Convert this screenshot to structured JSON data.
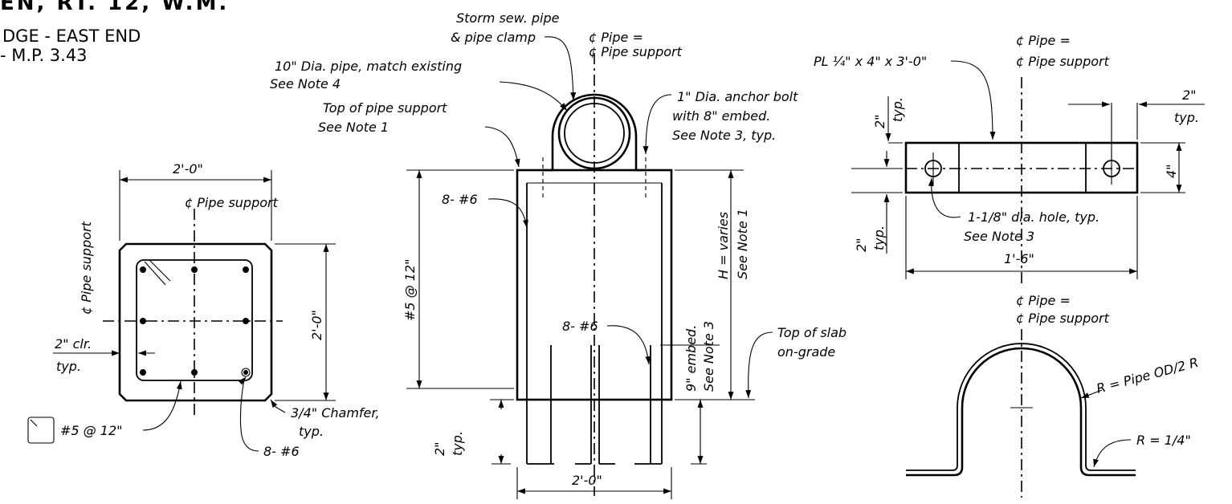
{
  "header": {
    "line1": "EN, RT. 12, W.M.",
    "line2": "DGE - EAST END",
    "line3": "- M.P. 3.43"
  },
  "plan_view": {
    "width_dim": "2'-0\"",
    "height_dim": "2'-0\"",
    "cl_horizontal": "¢ Pipe support",
    "cl_vertical": "¢ Pipe support",
    "clear_cover": "2\" clr.",
    "clear_cover_typ": "typ.",
    "chamfer": "3/4\" Chamfer,",
    "chamfer_typ": "typ.",
    "bars": "8- #6",
    "stirrup_label": "#5 @ 12\""
  },
  "elevation_view": {
    "storm_pipe_1": "Storm sew. pipe",
    "storm_pipe_2": "& pipe clamp",
    "cl_1": "¢ Pipe =",
    "cl_2": "¢ Pipe support",
    "pipe_dia_1": "10\" Dia. pipe, match existing",
    "pipe_dia_2": "See Note 4",
    "top_support_1": "Top of pipe support",
    "top_support_2": "See Note 1",
    "anchor_1": "1\" Dia. anchor bolt",
    "anchor_2": "with 8\" embed.",
    "anchor_3": "See Note 3, typ.",
    "bars_top": "8- #6",
    "bars_mid": "8- #6",
    "stirrup_spacing": "#5 @ 12\"",
    "height_1": "H = varies",
    "height_2": "See Note 1",
    "embed_1": "9\" embed.",
    "embed_2": "See Note 3",
    "slab_1": "Top of slab",
    "slab_2": "on-grade",
    "cover_1": "2\"",
    "cover_2": "typ.",
    "width_dim": "2'-0\""
  },
  "clamp_plan": {
    "plate": "PL ¼\" x 4\" x 3'-0\"",
    "cl_1": "¢ Pipe =",
    "cl_2": "¢ Pipe support",
    "edge_dim_1": "2\"",
    "edge_dim_1_typ": "typ.",
    "edge_dim_2": "2\"",
    "edge_dim_2_typ": "typ.",
    "edge_dim_3": "2\"",
    "edge_dim_3_typ": "typ.",
    "depth": "4\"",
    "hole_1": "1-1/8\" dia. hole, typ.",
    "hole_2": "See Note 3",
    "length": "1'-6\""
  },
  "clamp_elevation": {
    "cl_1": "¢ Pipe =",
    "cl_2": "¢ Pipe support",
    "radius_outer": "R = Pipe OD/2 R",
    "radius_inner": "R = 1/4\""
  }
}
